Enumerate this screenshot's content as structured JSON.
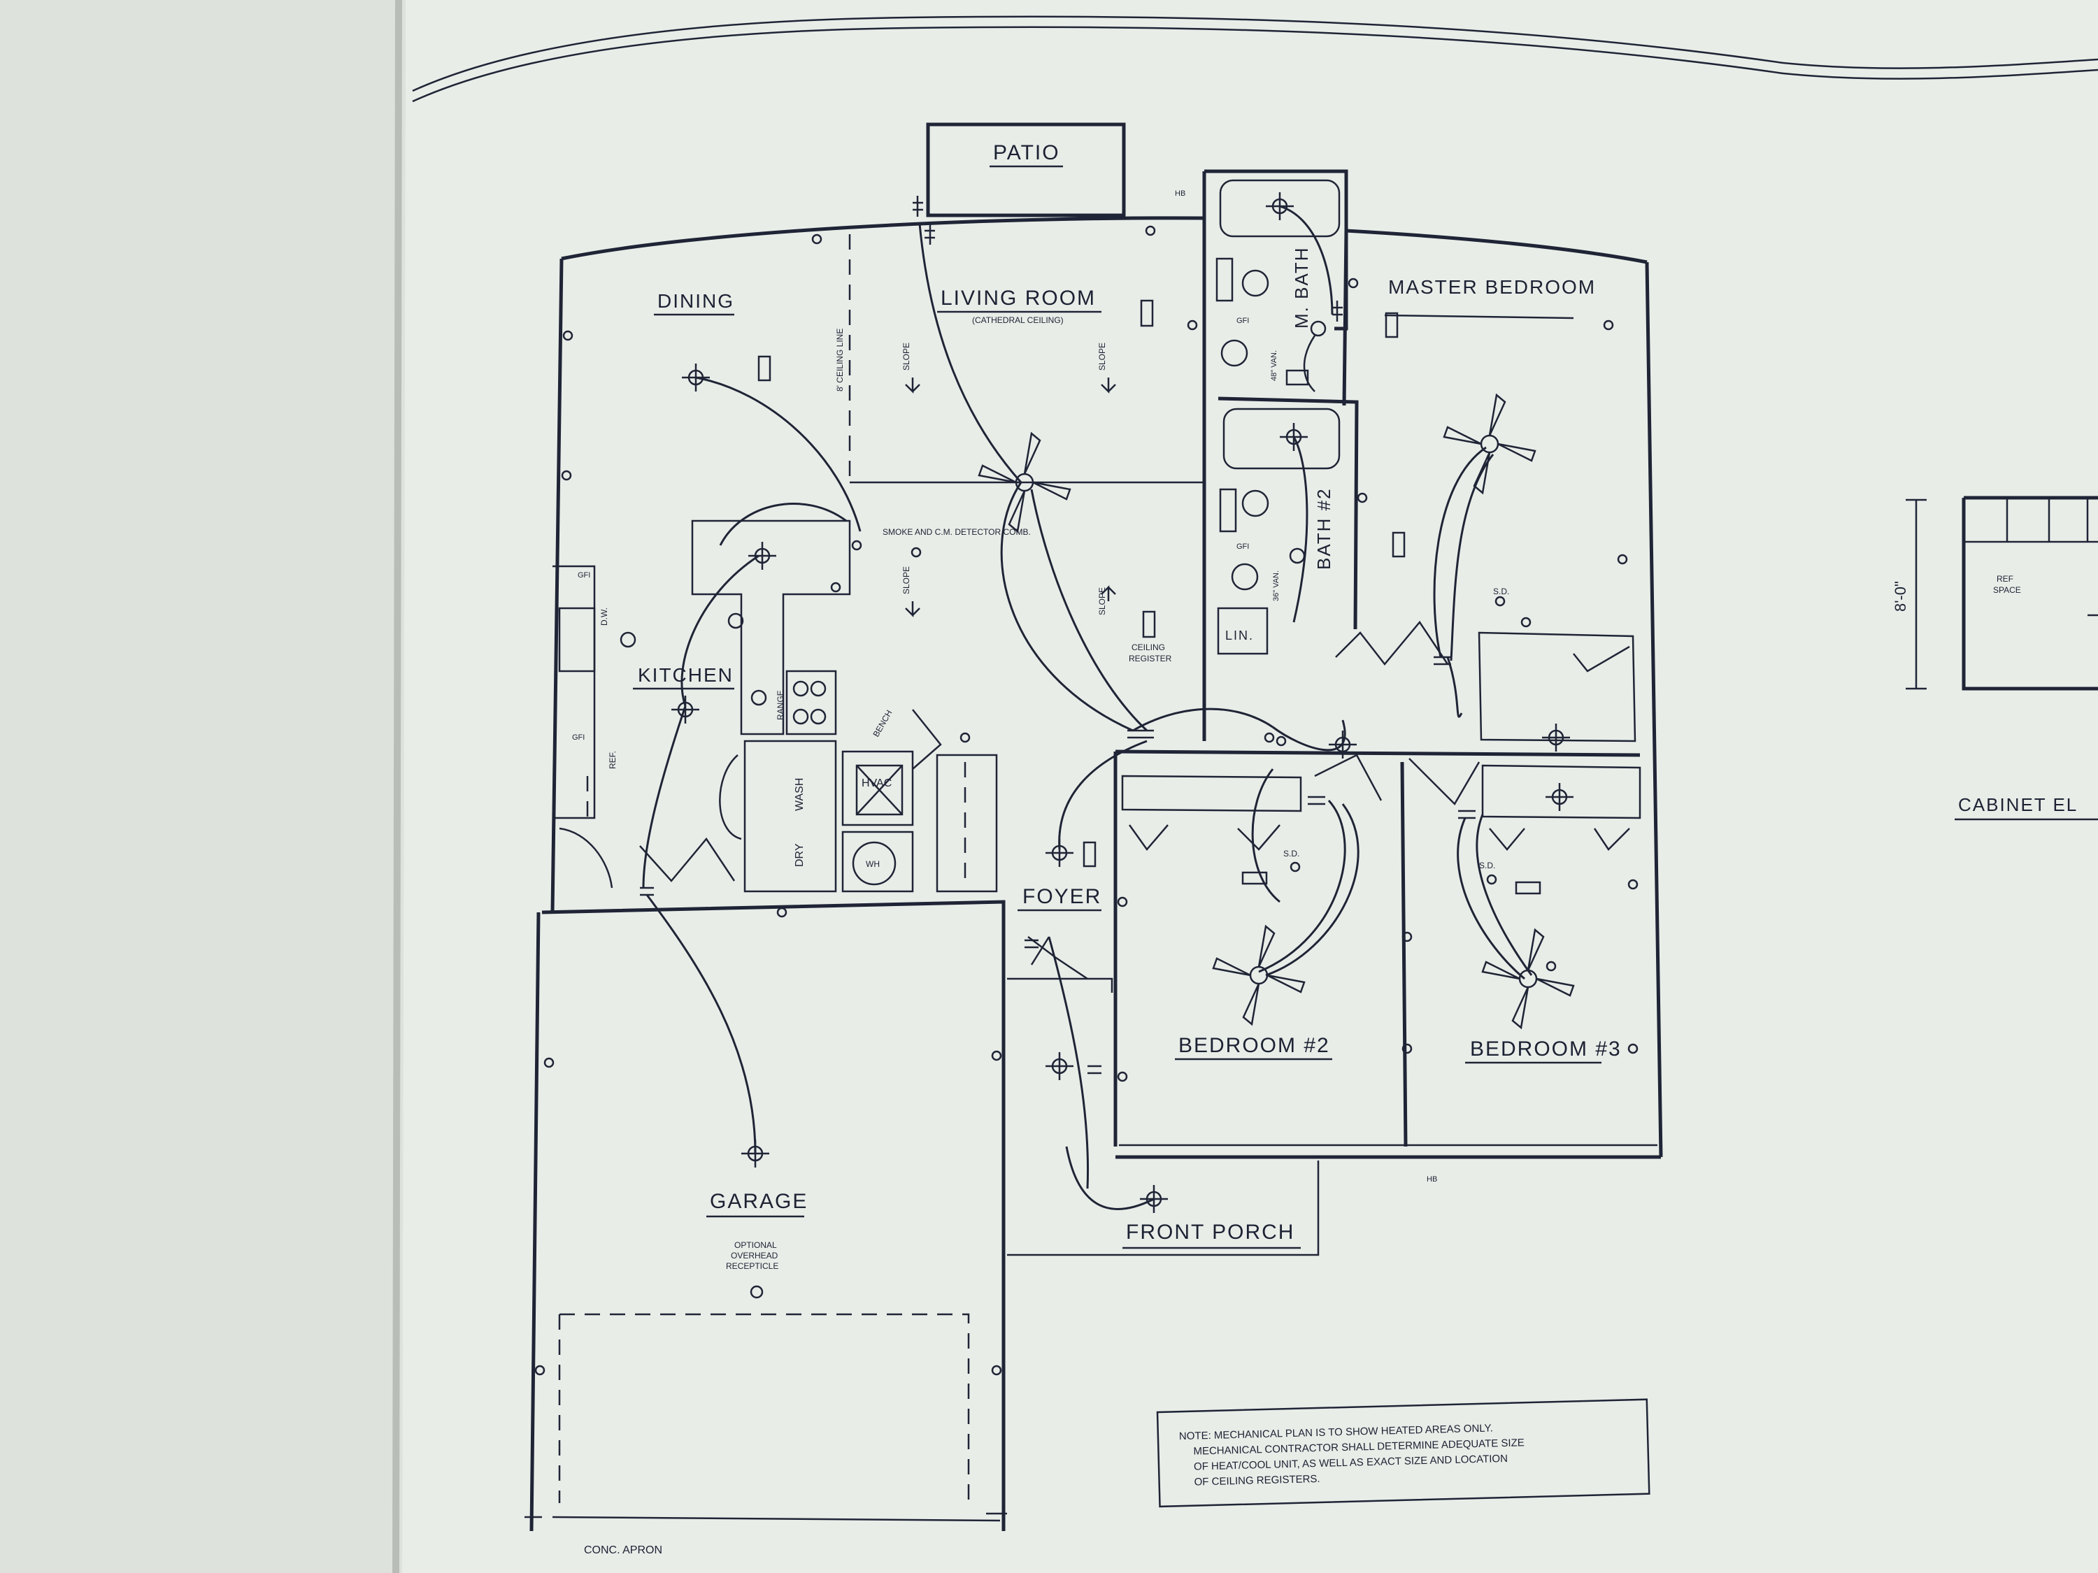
{
  "rooms": {
    "patio": "PATIO",
    "dining": "DINING",
    "living_room": "LIVING ROOM",
    "living_room_note": "(CATHEDRAL CEILING)",
    "master_bath": "M. BATH",
    "master_bedroom": "MASTER BEDROOM",
    "bath_2": "BATH #2",
    "kitchen": "KITCHEN",
    "foyer": "FOYER",
    "bedroom_2": "BEDROOM #2",
    "bedroom_3": "BEDROOM #3",
    "garage": "GARAGE",
    "front_porch": "FRONT PORCH",
    "lin": "LIN."
  },
  "annotations": {
    "ceiling_line": "8' CEILING LINE",
    "smoke_detector": "SMOKE AND C.M. DETECTOR COMB.",
    "ceiling_register_1": "CEILING",
    "ceiling_register_2": "REGISTER",
    "slope": "SLOPE",
    "hvac": "HVAC",
    "wh": "WH",
    "wash": "WASH",
    "dry": "DRY",
    "range": "RANGE",
    "ref": "REF.",
    "dw": "D.W.",
    "gfi": "GFI",
    "sd": "S.D.",
    "hb": "HB",
    "optional_receptacle_1": "OPTIONAL",
    "optional_receptacle_2": "OVERHEAD",
    "optional_receptacle_3": "RECEPTICLE",
    "conc_apron": "CONC. APRON",
    "vanity_48": "48\" VAN.",
    "vanity_36": "36\" VAN.",
    "bench": "BENCH"
  },
  "note": {
    "line1": "NOTE: MECHANICAL PLAN IS TO SHOW HEATED AREAS ONLY.",
    "line2": "MECHANICAL CONTRACTOR SHALL DETERMINE ADEQUATE SIZE",
    "line3": "OF HEAT/COOL UNIT, AS WELL AS EXACT SIZE AND LOCATION",
    "line4": "OF CEILING REGISTERS."
  },
  "cabinet": {
    "title": "CABINET EL",
    "height": "8'-0\"",
    "ref_space_1": "REF",
    "ref_space_2": "SPACE"
  },
  "colors": {
    "ink": "#1f2536",
    "paper": "#e9ede8",
    "page_left": "#dde2dd",
    "background": "#c9cdc8"
  }
}
